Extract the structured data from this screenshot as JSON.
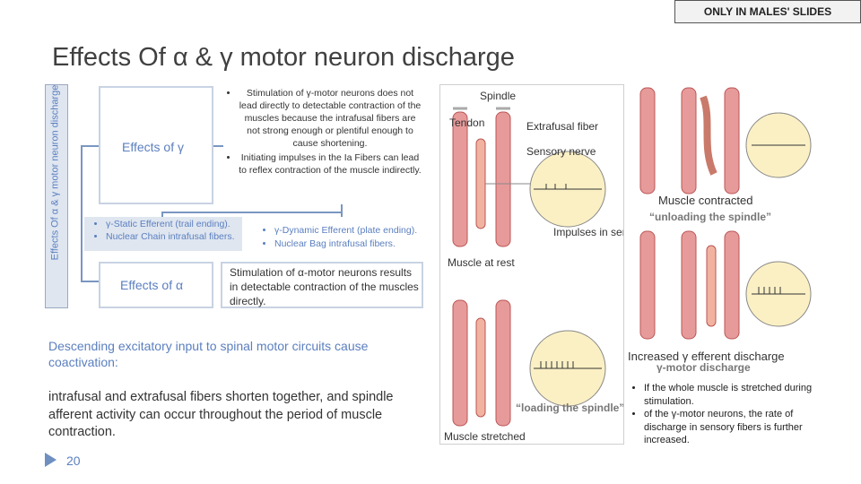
{
  "badge": "ONLY IN MALES' SLIDES",
  "title": "Effects Of α & γ motor neuron discharge",
  "vertical_label": "Effects Of α & γ motor neuron discharge",
  "gamma_box_label": "Effects of γ",
  "alpha_box_label": "Effects of α",
  "gamma_effects": [
    "Stimulation of γ-motor neurons does not lead directly to detectable contraction of the muscles because the intrafusal fibers are not strong enough or plentiful enough to cause shortening.",
    "Initiating impulses in the Ia Fibers can lead to reflex contraction of the muscle indirectly."
  ],
  "static_efferent": [
    "γ-Static Efferent (trail ending).",
    "Nuclear Chain intrafusal fibers."
  ],
  "dynamic_efferent": [
    "γ-Dynamic Efferent (plate ending).",
    "Nuclear Bag intrafusal fibers."
  ],
  "alpha_effect": "Stimulation of α-motor neurons results in detectable contraction of the muscles directly.",
  "desc1": "Descending excitatory input to spinal  motor circuits cause coactivation:",
  "desc2": "intrafusal and extrafusal fibers shorten together, and spindle afferent  activity can occur throughout the period of muscle contraction.",
  "page_number": "20",
  "figure_left": {
    "spindle": "Spindle",
    "tendon": "Tendon",
    "extrafusal": "Extrafusal fiber",
    "sensory_nerve": "Sensory nerve",
    "impulses": "Impulses in sensory nerve",
    "muscle_rest": "Muscle at rest",
    "muscle_stretched": "Muscle stretched",
    "loading": "“loading the spindle”"
  },
  "figure_right": {
    "muscle_contracted": "Muscle contracted",
    "unloading": "“unloading the spindle”",
    "increased": "Increased γ efferent discharge",
    "gamma_motor": "γ-motor  discharge"
  },
  "notes": [
    "If the whole muscle  is stretched during  stimulation.",
    "of the γ-motor  neurons, the rate of discharge in  sensory fibers is further increased."
  ],
  "colors": {
    "accent": "#5b7fbf",
    "box_border": "#c8d3e3",
    "muscle": "#e79a9a"
  }
}
